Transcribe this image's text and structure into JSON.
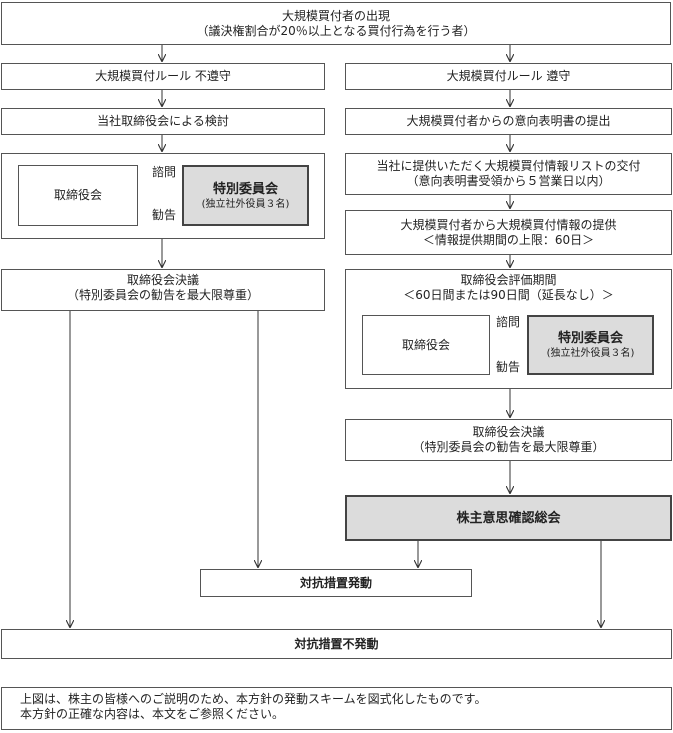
{
  "top": {
    "line1": "大規模買付者の出現",
    "line2": "（議決権割合が20％以上となる買付行為を行う者）"
  },
  "left": {
    "noncompliance": "大規模買付ルール 不遵守",
    "review": "当社取締役会による検討",
    "board": "取締役会",
    "consult": "諮問",
    "recommend": "勧告",
    "committee": "特別委員会",
    "committee_sub": "(独立社外役員３名)",
    "resolution_line1": "取締役会決議",
    "resolution_line2": "（特別委員会の勧告を最大限尊重）"
  },
  "right": {
    "compliance": "大規模買付ルール 遵守",
    "intent": "大規模買付者からの意向表明書の提出",
    "list_line1": "当社に提供いただく大規模買付情報リストの交付",
    "list_line2": "（意向表明書受領から５営業日以内）",
    "info_line1": "大規模買付者から大規模買付情報の提供",
    "info_line2": "＜情報提供期間の上限：60日＞",
    "eval_line1": "取締役会評価期間",
    "eval_line2": "＜60日間または90日間（延長なし）＞",
    "board": "取締役会",
    "consult": "諮問",
    "recommend": "勧告",
    "committee": "特別委員会",
    "committee_sub": "(独立社外役員３名)",
    "resolution_line1": "取締役会決議",
    "resolution_line2": "（特別委員会の勧告を最大限尊重）",
    "meeting": "株主意思確認総会"
  },
  "outcomes": {
    "trigger": "対抗措置発動",
    "no_trigger": "対抗措置不発動"
  },
  "note": {
    "line1": "上図は、株主の皆様へのご説明のため、本方針の発動スキームを図式化したものです。",
    "line2": "本方針の正確な内容は、本文をご参照ください。"
  }
}
